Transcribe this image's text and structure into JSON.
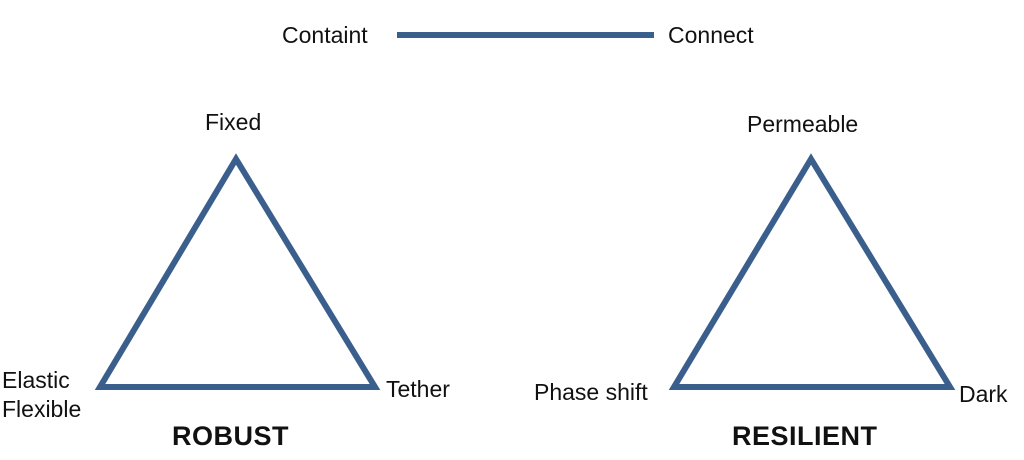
{
  "spectrum": {
    "left_label": "Containt",
    "right_label": "Connect"
  },
  "robust": {
    "title": "ROBUST",
    "top_label": "Fixed",
    "left_label_line1": "Elastic",
    "left_label_line2": "Flexible",
    "right_label": "Tether"
  },
  "resilient": {
    "title": "RESILIENT",
    "top_label": "Permeable",
    "left_label": "Phase shift",
    "right_label": "Dark"
  },
  "colors": {
    "line": "#3b5f8c",
    "text": "#111111",
    "background": "#ffffff"
  }
}
